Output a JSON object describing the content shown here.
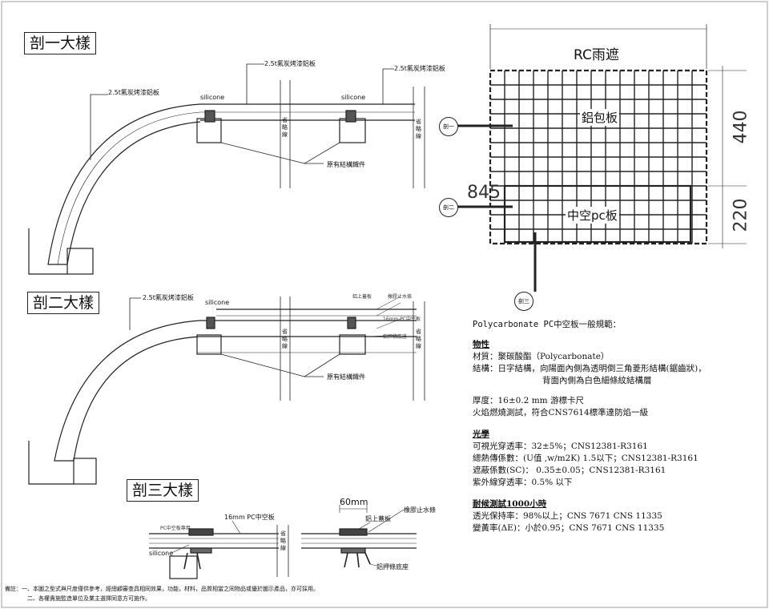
{
  "sections": {
    "sec1_title": "剖一大樣",
    "sec2_title": "剖二大樣",
    "sec3_title": "剖三大樣"
  },
  "labels": {
    "al_plate_1": "2.5t氟炭烤漆鋁板",
    "al_plate_2": "2.5t氟炭烤漆鋁板",
    "al_plate_3": "2.5t氟炭烤漆鋁板",
    "al_plate_4": "2.5t氟炭烤漆鋁板",
    "silicone_1": "silicone",
    "silicone_2": "silicone",
    "silicone_3": "silicone",
    "silicone_4": "silicone",
    "omit_line": "省略線",
    "existing_struct_1": "原有結構鐵件",
    "existing_struct_2": "原有結構鐵件",
    "pc_16mm": "16mm PC中空板",
    "al_cover": "鋁上蓋板",
    "rubber_strip": "橡膠止水條",
    "al_base": "鋁押條底座",
    "dim_60mm": "60mm",
    "tiny_a": "鋁上蓋板",
    "tiny_b": "橡膠止水條",
    "tiny_c": "16mm PC中空板",
    "tiny_d": "鋁押條底座",
    "tiny_e": "PC中空板專用"
  },
  "elevation": {
    "rc_label": "RC雨遮",
    "al_wrap": "鋁包板",
    "pc_panel": "中空pc板",
    "dim_440": "440",
    "dim_220": "220",
    "dim_845": "845",
    "mark_1": "剖一",
    "mark_2": "剖二",
    "mark_3": "剖三"
  },
  "spec": {
    "heading": "Polycarbonate PC中空板一般規範：",
    "physical_title": "物性",
    "material": "材質：聚碳酸酯（Polycarbonate）",
    "structure": "結構：日字結構，向陽面內側為透明倒三角菱形結構(鋸齒狀)，",
    "structure_2": "背面內側為白色細條紋結構層",
    "thickness": "厚度：16±0.2 mm 游標卡尺",
    "fire": "火焰燃燒測試，符合CNS7614標準達防焰一級",
    "optical_title": "光學",
    "transmit": "可視光穿透率：32±5%；CNS12381-R3161",
    "heat": "總熱傳係數：(U值 ,w/m2K) 1.5以下；CNS12381-R3161",
    "shading": "遮蔽係數(SC)： 0.35±0.05；CNS12381-R3161",
    "uv": "紫外線穿透率：0.5% 以下",
    "weather_title": "耐候測試1000小時",
    "retention": "透光保持率：98%以上；CNS 7671 CNS 11335",
    "yellow": "變黃率(ΔE)：小於0.95；CNS 7671 CNS 11335"
  },
  "notes": {
    "line1": "備註：一、本圖之型式與尺度僅供參考，經總顧審查具相同效果，功能，材料，品質相當之同物品或優於圖示產品，亦可採用。",
    "line2": "二、各權責施監造單位及業主選擇同意方可施作。"
  }
}
